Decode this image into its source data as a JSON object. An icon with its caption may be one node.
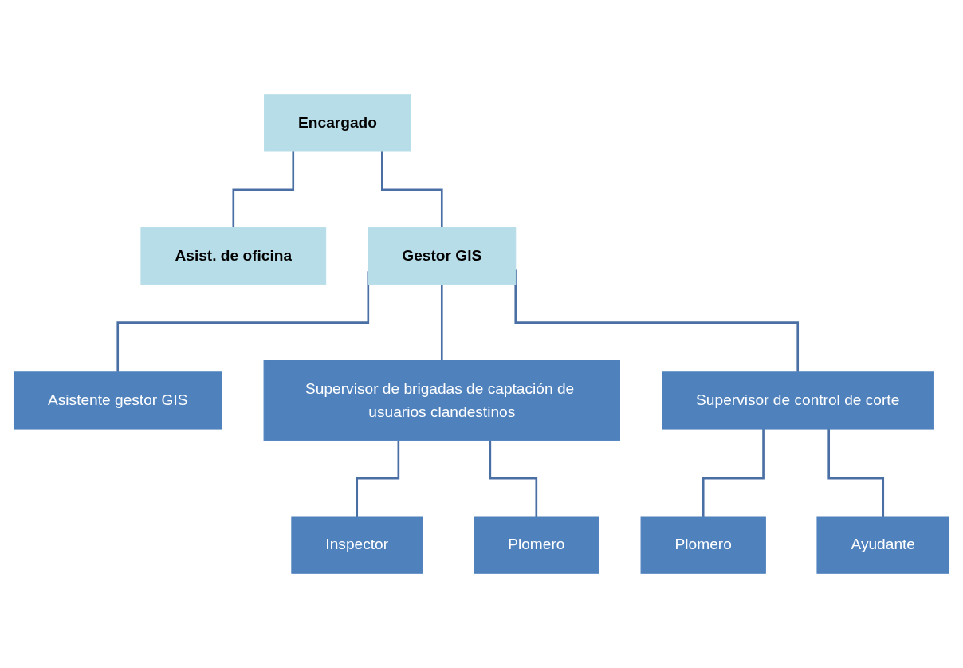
{
  "diagram": {
    "nodes": [
      {
        "text": [
          "Encargado"
        ]
      },
      {
        "text": [
          "Asist. de oficina"
        ]
      },
      {
        "text": [
          "Gestor GIS"
        ]
      },
      {
        "text": [
          "Asistente gestor GIS"
        ]
      },
      {
        "text": [
          "Supervisor de brigadas de captación de usuarios clandestinos"
        ]
      },
      {
        "text": [
          "Supervisor de control de corte"
        ]
      },
      {
        "text": [
          "Inspector"
        ]
      },
      {
        "text": [
          "Plomero"
        ]
      },
      {
        "text": [
          "Plomero"
        ]
      },
      {
        "text": [
          "Ayudante"
        ]
      }
    ],
    "edges": [
      {
        "from": 0,
        "to": 1,
        "arrow": "none"
      },
      {
        "from": 0,
        "to": 2,
        "arrow": "none"
      },
      {
        "from": 2,
        "to": 3,
        "arrow": "none"
      },
      {
        "from": 2,
        "to": 4,
        "arrow": "none"
      },
      {
        "from": 2,
        "to": 5,
        "arrow": "none"
      },
      {
        "from": 4,
        "to": 6,
        "arrow": "none"
      },
      {
        "from": 4,
        "to": 7,
        "arrow": "none"
      },
      {
        "from": 5,
        "to": 8,
        "arrow": "none"
      },
      {
        "from": 5,
        "to": 9,
        "arrow": "none"
      }
    ]
  }
}
